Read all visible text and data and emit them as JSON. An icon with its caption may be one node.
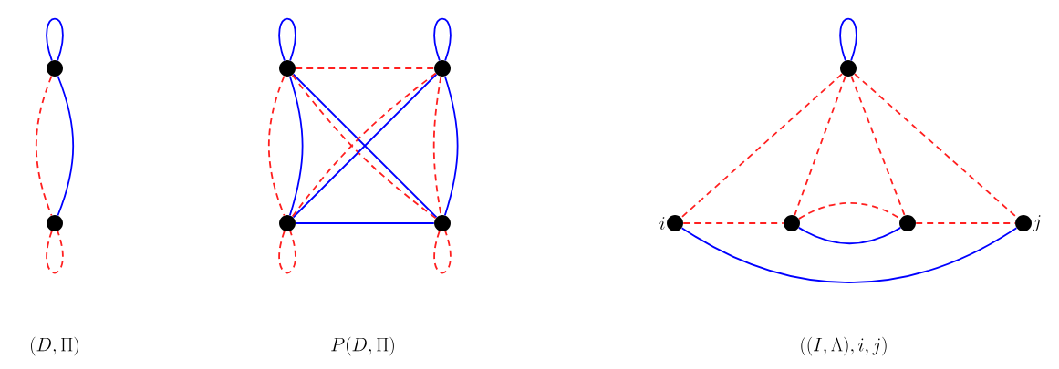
{
  "diagram": {
    "nodes": [
      {
        "text": [],
        "shape": "circle"
      },
      {
        "text": [],
        "shape": "circle"
      },
      {
        "text": [],
        "shape": "circle"
      },
      {
        "text": [],
        "shape": "circle"
      },
      {
        "text": [],
        "shape": "circle"
      },
      {
        "text": [],
        "shape": "circle"
      },
      {
        "text": [],
        "shape": "circle"
      },
      {
        "text": [],
        "shape": "circle",
        "beside": [
          "i"
        ]
      },
      {
        "text": [],
        "shape": "circle"
      },
      {
        "text": [],
        "shape": "circle"
      },
      {
        "text": [],
        "shape": "circle",
        "beside": [
          "j"
        ]
      }
    ],
    "edges": [
      {
        "from": 0,
        "to": 0,
        "arrow": "none",
        "color": "#0000ff"
      },
      {
        "from": 0,
        "to": 1,
        "arrow": "none",
        "color": "#0000ff"
      },
      {
        "from": 0,
        "to": 1,
        "arrow": "none",
        "style": "dashed"
      },
      {
        "from": 1,
        "to": 1,
        "arrow": "none",
        "style": "dashed"
      },
      {
        "from": 2,
        "to": 2,
        "arrow": "none",
        "color": "#0000ff"
      },
      {
        "from": 3,
        "to": 3,
        "arrow": "none",
        "color": "#0000ff"
      },
      {
        "from": 2,
        "to": 3,
        "arrow": "none",
        "style": "dashed"
      },
      {
        "from": 2,
        "to": 4,
        "arrow": "none",
        "color": "#0000ff"
      },
      {
        "from": 2,
        "to": 4,
        "arrow": "none",
        "style": "dashed"
      },
      {
        "from": 2,
        "to": 5,
        "arrow": "none",
        "color": "#0000ff"
      },
      {
        "from": 2,
        "to": 5,
        "arrow": "none",
        "style": "dashed"
      },
      {
        "from": 3,
        "to": 4,
        "arrow": "none",
        "color": "#0000ff"
      },
      {
        "from": 3,
        "to": 4,
        "arrow": "none",
        "style": "dashed"
      },
      {
        "from": 3,
        "to": 5,
        "arrow": "none",
        "color": "#0000ff"
      },
      {
        "from": 3,
        "to": 5,
        "arrow": "none",
        "style": "dashed"
      },
      {
        "from": 4,
        "to": 5,
        "arrow": "none",
        "color": "#0000ff"
      },
      {
        "from": 4,
        "to": 4,
        "arrow": "none",
        "style": "dashed"
      },
      {
        "from": 5,
        "to": 5,
        "arrow": "none",
        "style": "dashed"
      },
      {
        "from": 6,
        "to": 6,
        "arrow": "none",
        "color": "#0000ff"
      },
      {
        "from": 6,
        "to": 7,
        "arrow": "none",
        "style": "dashed"
      },
      {
        "from": 6,
        "to": 8,
        "arrow": "none",
        "style": "dashed"
      },
      {
        "from": 6,
        "to": 9,
        "arrow": "none",
        "style": "dashed"
      },
      {
        "from": 6,
        "to": 10,
        "arrow": "none",
        "style": "dashed"
      },
      {
        "from": 7,
        "to": 8,
        "arrow": "none",
        "style": "dashed"
      },
      {
        "from": 8,
        "to": 9,
        "arrow": "none",
        "style": "dashed"
      },
      {
        "from": 8,
        "to": 9,
        "arrow": "none",
        "color": "#0000ff"
      },
      {
        "from": 9,
        "to": 10,
        "arrow": "none",
        "style": "dashed"
      },
      {
        "from": 7,
        "to": 10,
        "arrow": "none",
        "color": "#0000ff"
      }
    ],
    "labels": [
      "(D,\\Pi)",
      "P(D,\\Pi)",
      "((I,\\Lambda),i,j)"
    ]
  }
}
